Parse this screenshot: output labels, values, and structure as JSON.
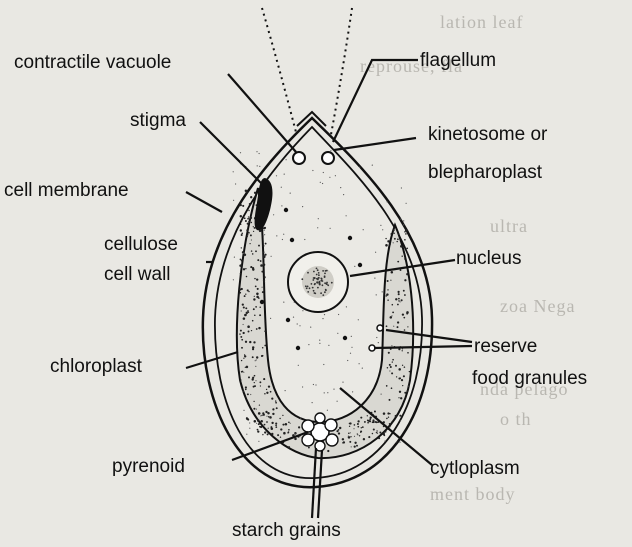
{
  "labels": {
    "contractile_vacuole": "contractile vacuole",
    "flagellum": "flagellum",
    "stigma": "stigma",
    "kinetosome_line1": "kinetosome or",
    "kinetosome_line2": "blepharoplast",
    "cell_membrane": "cell membrane",
    "cellulose_line1": "cellulose",
    "cellulose_line2": "cell wall",
    "nucleus": "nucleus",
    "reserve_line1": "reserve",
    "reserve_line2": "food granules",
    "chloroplast": "chloroplast",
    "pyrenoid": "pyrenoid",
    "cytoplasm": "cytloplasm",
    "starch_grains": "starch grains"
  },
  "colors": {
    "ink": "#111111",
    "paper": "#e9e8e3",
    "bleed": "#b9b7b1"
  }
}
